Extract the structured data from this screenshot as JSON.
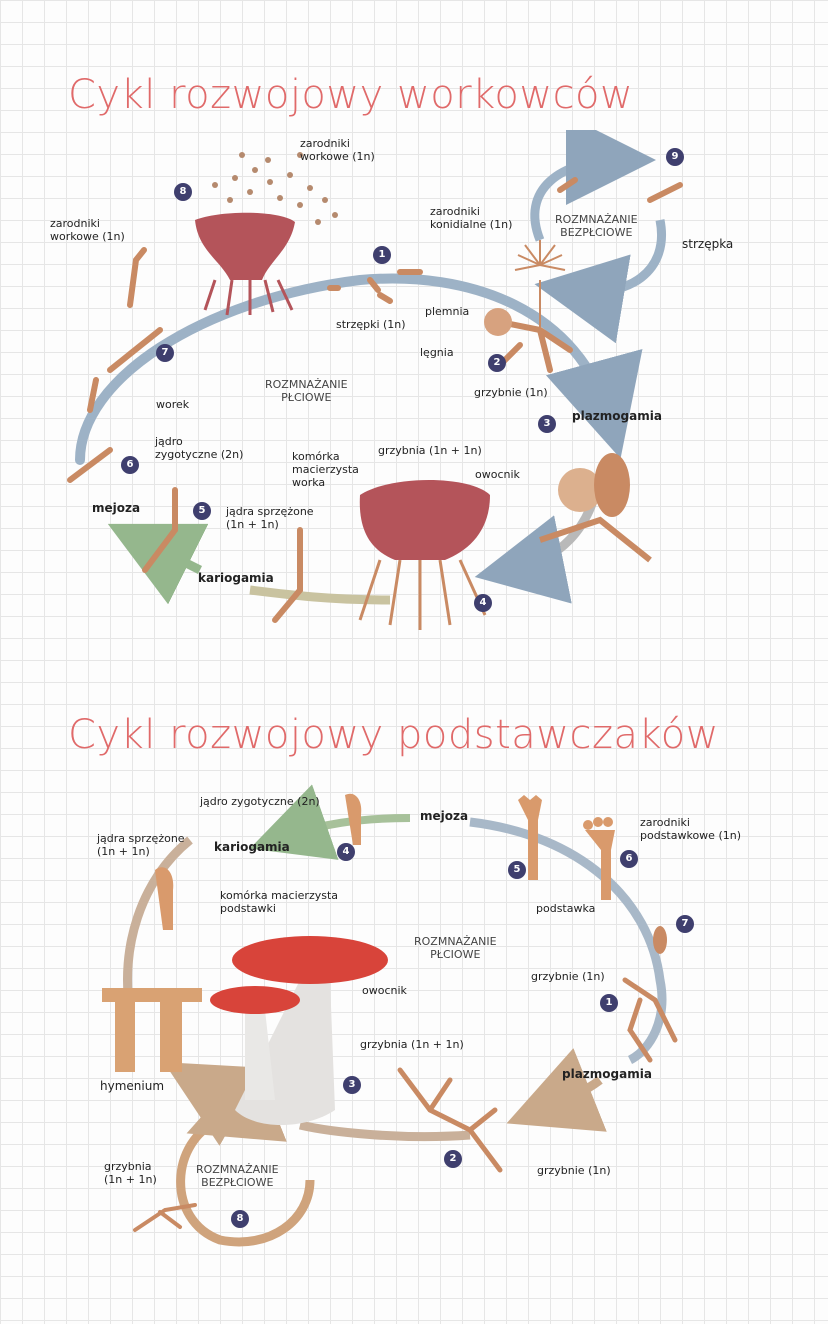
{
  "title_ascomycetes": "Cykl rozwojowy workowców",
  "title_basidiomycetes": "Cykl rozwojowy podstawczaków",
  "asco": {
    "labels": {
      "zarodniki_workowe_top": "zarodniki\nworkowe (1n)",
      "zarodniki_workowe_left": "zarodniki\nworkowe (1n)",
      "zarodniki_konidialne": "zarodniki\nkonidialne (1n)",
      "rozmnazanie_bezplciowe": "ROZMNAŻANIE\nBEZPŁCIOWE",
      "strzepka": "strzępka",
      "strzepki": "strzępki (1n)",
      "plemnia": "plemnia",
      "legnia": "lęgnia",
      "grzybnie": "grzybnie (1n)",
      "plazmogamia": "plazmogamia",
      "worek": "worek",
      "rozmnazanie_plciowe": "ROZMNAŻANIE\nPŁCIOWE",
      "jadro_zygotyczne": "jądro\nzygotyczne (2n)",
      "komorka_macierzysta": "komórka\nmacierzysta\nworka",
      "grzybnia_1n1n": "grzybnia (1n + 1n)",
      "owocnik": "owocnik",
      "mejoza": "mejoza",
      "jadra_sprzezone": "jądra sprzężone\n(1n + 1n)",
      "kariogamia": "kariogamia"
    },
    "steps": [
      "1",
      "2",
      "3",
      "4",
      "5",
      "6",
      "7",
      "8",
      "9"
    ]
  },
  "basidio": {
    "labels": {
      "jadro_zygotyczne": "jądro zygotyczne (2n)",
      "mejoza": "mejoza",
      "zarodniki_podstawkowe": "zarodniki\npodstawkowe (1n)",
      "jadra_sprzezone": "jądra sprzężone\n(1n + 1n)",
      "kariogamia": "kariogamia",
      "komorka_macierzysta": "komórka macierzysta\npodstawki",
      "podstawka": "podstawka",
      "rozmnazanie_plciowe": "ROZMNAŻANIE\nPŁCIOWE",
      "grzybnie_top": "grzybnie (1n)",
      "owocnik": "owocnik",
      "hymenium": "hymenium",
      "grzybnia_1n1n": "grzybnia (1n + 1n)",
      "plazmogamia": "plazmogamia",
      "grzybnia_left": "grzybnia\n(1n + 1n)",
      "rozmnazanie_bezplciowe": "ROZMNAŻANIE\nBEZPŁCIOWE",
      "grzybnie_bottom": "grzybnie (1n)"
    },
    "steps": [
      "1",
      "2",
      "3",
      "4",
      "5",
      "6",
      "7",
      "8"
    ]
  },
  "colors": {
    "title": "#e06a6a",
    "arrow_blue": "#8fa5bb",
    "arrow_green": "#95b78d",
    "arrow_tan": "#c9a98a",
    "hyphae": "#c98a63",
    "ascocarp": "#b4545a",
    "badge": "#3f3f6e"
  }
}
